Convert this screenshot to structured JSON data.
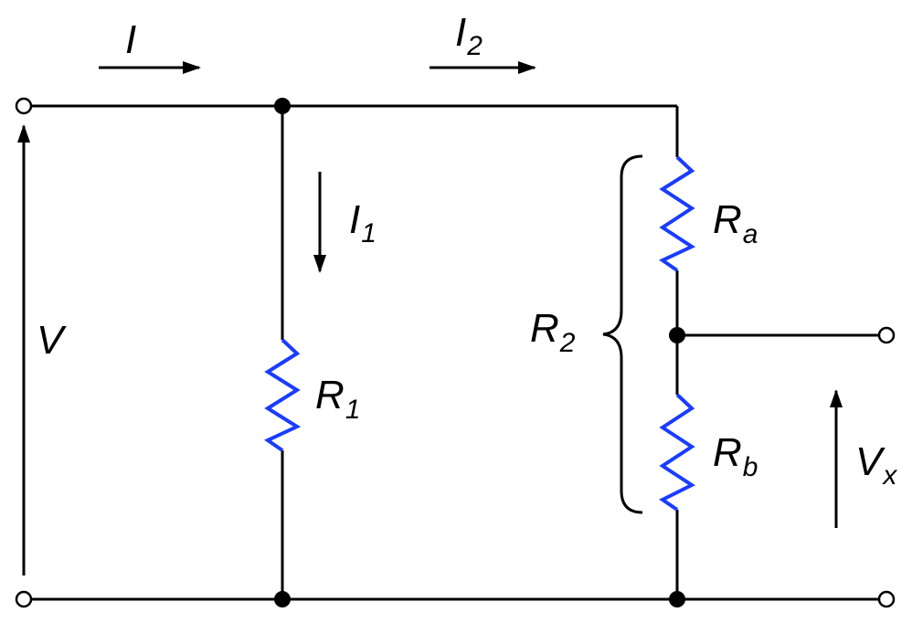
{
  "colors": {
    "wire": "#000000",
    "resistor": "#1a3cff",
    "background": "#ffffff"
  },
  "labels": {
    "I": "I",
    "I2": {
      "main": "I",
      "sub": "2"
    },
    "I1": {
      "main": "I",
      "sub": "1"
    },
    "V": "V",
    "R1": {
      "main": "R",
      "sub": "1"
    },
    "Ra": {
      "main": "R",
      "sub": "a"
    },
    "Rb": {
      "main": "R",
      "sub": "b"
    },
    "R2": {
      "main": "R",
      "sub": "2"
    },
    "Vx": {
      "main": "V",
      "sub": "x"
    }
  }
}
